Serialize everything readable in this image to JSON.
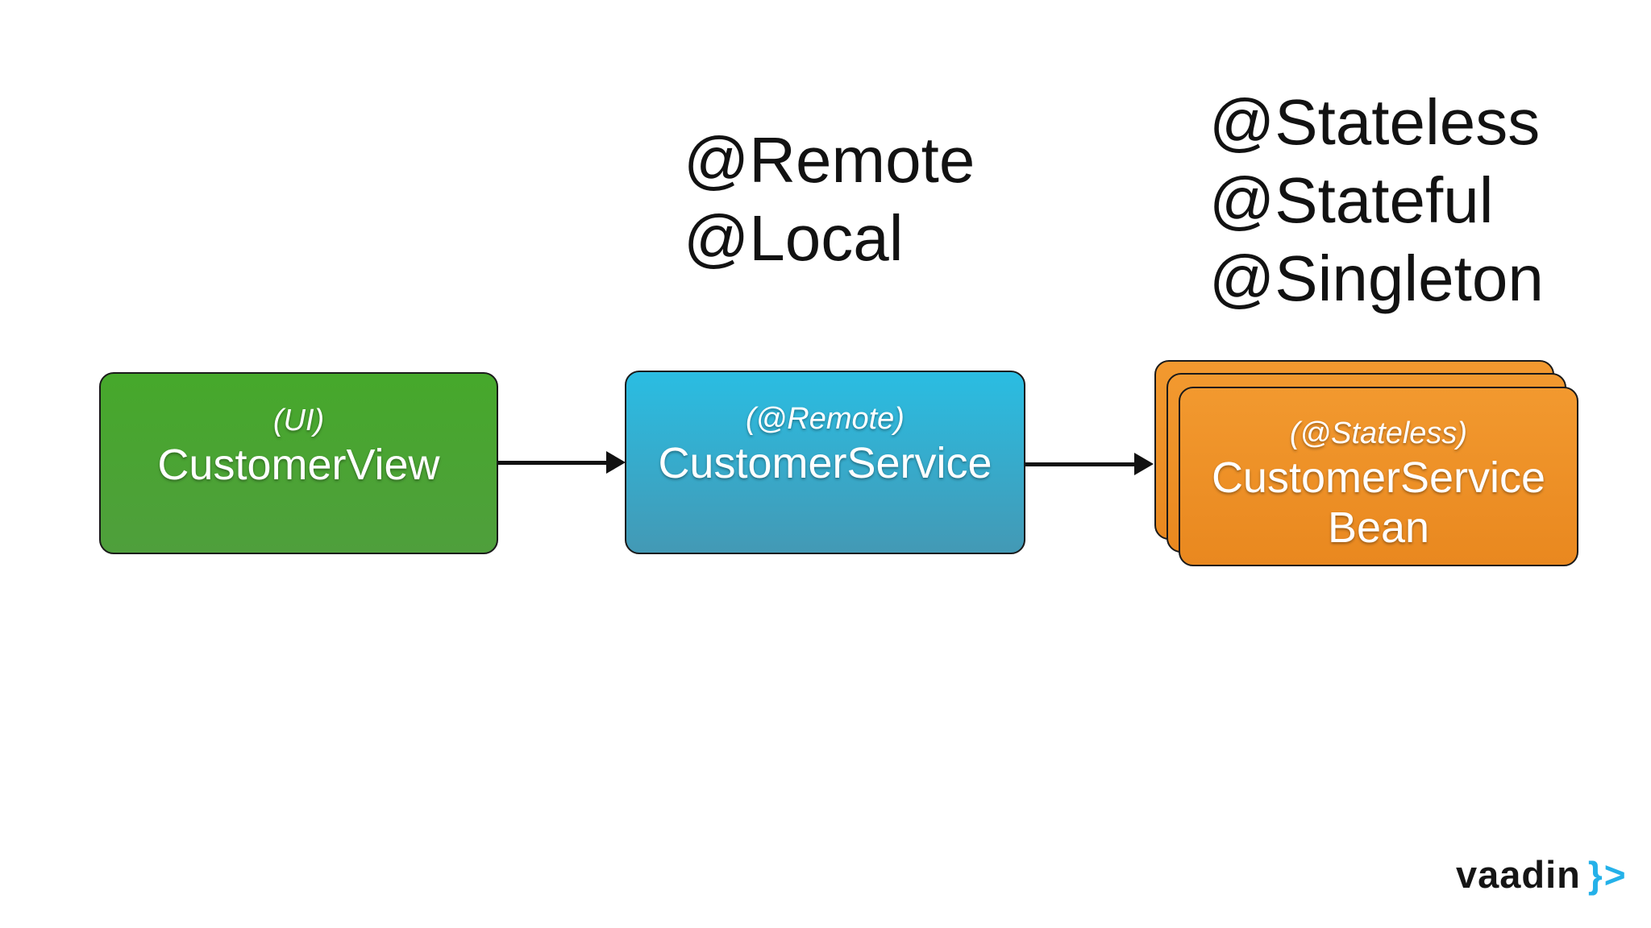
{
  "annotations": {
    "service_types": {
      "lines": [
        "@Remote",
        "@Local"
      ]
    },
    "bean_types": {
      "lines": [
        "@Stateless",
        "@Stateful",
        "@Singleton"
      ]
    }
  },
  "nodes": {
    "view": {
      "qualifier": "(UI)",
      "label": "CustomerView"
    },
    "service": {
      "qualifier": "(@Remote)",
      "label": "CustomerService"
    },
    "bean": {
      "qualifier": "(@Stateless)",
      "label": "CustomerService Bean"
    }
  },
  "colors": {
    "view_top": "#46a82b",
    "view_bottom": "#4f9f3c",
    "service_top": "#2abde2",
    "service_bottom": "#4399b5",
    "bean_top": "#f2992f",
    "bean_bottom": "#e9881f",
    "arrow": "#111111",
    "logo_accent": "#24b1e9"
  },
  "logo": {
    "text": "vaadin",
    "symbol": "}>"
  }
}
